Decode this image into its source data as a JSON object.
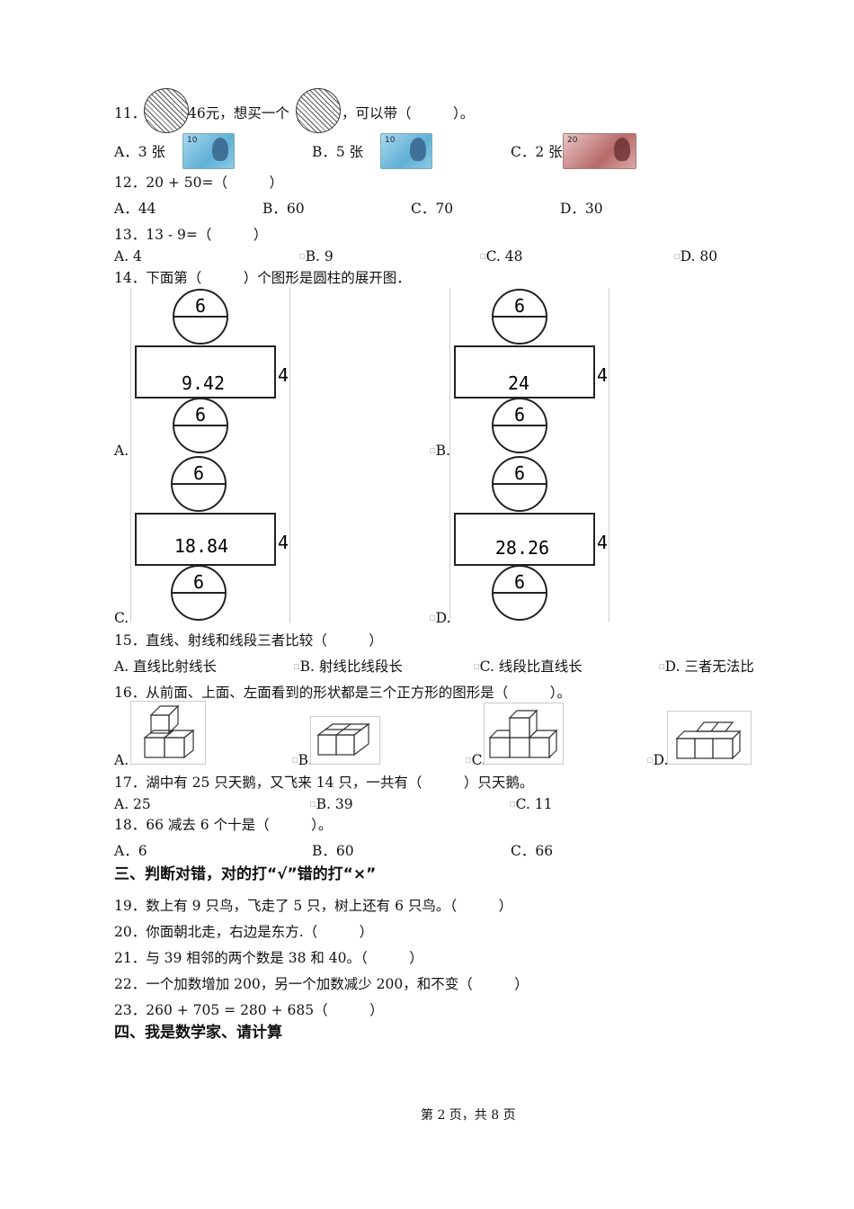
{
  "q11": {
    "label": "11．",
    "mid": "46元，想买一个",
    "tail": "，可以带（　　　）。",
    "options": [
      {
        "label": "A．3 张",
        "note": "10"
      },
      {
        "label": "B．5 张",
        "note": "10"
      },
      {
        "label": "C．2 张",
        "note": "20"
      }
    ]
  },
  "q12": {
    "text": "12．20 + 50=（　　　）",
    "options": [
      "A．44",
      "B．60",
      "C．70",
      "D．30"
    ]
  },
  "q13": {
    "text": "13．13 - 9=（　　　）",
    "options": [
      "A. 4",
      "B. 9",
      "C. 48",
      "D. 80"
    ]
  },
  "q14": {
    "text": "14．下面第（　　　）个图形是圆柱的展开图．",
    "options": [
      {
        "letter": "A.",
        "top": "6",
        "rect": "9.42",
        "bottom": "6",
        "side": "4"
      },
      {
        "letter": "B.",
        "top": "6",
        "rect": "24",
        "bottom": "6",
        "side": "4"
      },
      {
        "letter": "C.",
        "top": "6",
        "rect": "18.84",
        "bottom": "6",
        "side": "4"
      },
      {
        "letter": "D.",
        "top": "6",
        "rect": "28.26",
        "bottom": "6",
        "side": "4"
      }
    ]
  },
  "q15": {
    "text": "15．直线、射线和线段三者比较（　　　）",
    "options": [
      "A. 直线比射线长",
      "B. 射线比线段长",
      "C. 线段比直线长",
      "D. 三者无法比"
    ]
  },
  "q16": {
    "text": "16．从前面、上面、左面看到的形状都是三个正方形的图形是（　　　）。",
    "options": [
      "A.",
      "B.",
      "C.",
      "D."
    ]
  },
  "q17": {
    "text": "17．湖中有 25 只天鹅，又飞来 14 只，一共有（　　　）只天鹅。",
    "options": [
      "A. 25",
      "B. 39",
      "C. 11"
    ]
  },
  "q18": {
    "text": "18．66 减去 6 个十是（　　　）。",
    "options": [
      "A．6",
      "B．60",
      "C．66"
    ]
  },
  "section3": "三、判断对错，对的打“√”错的打“×”",
  "q19": "19．数上有 9 只鸟，飞走了 5 只，树上还有 6 只鸟。（　　　）",
  "q20": "20．你面朝北走，右边是东方.（　　　）",
  "q21": "21．与 39 相邻的两个数是 38 和 40。（　　　）",
  "q22": "22．一个加数增加 200，另一个加数减少 200，和不变（　　　）",
  "q23": "23．260 + 705 = 280 + 685（　　　）",
  "section4": "四、我是数学家、请计算",
  "footer": "第 2 页，共 8 页"
}
